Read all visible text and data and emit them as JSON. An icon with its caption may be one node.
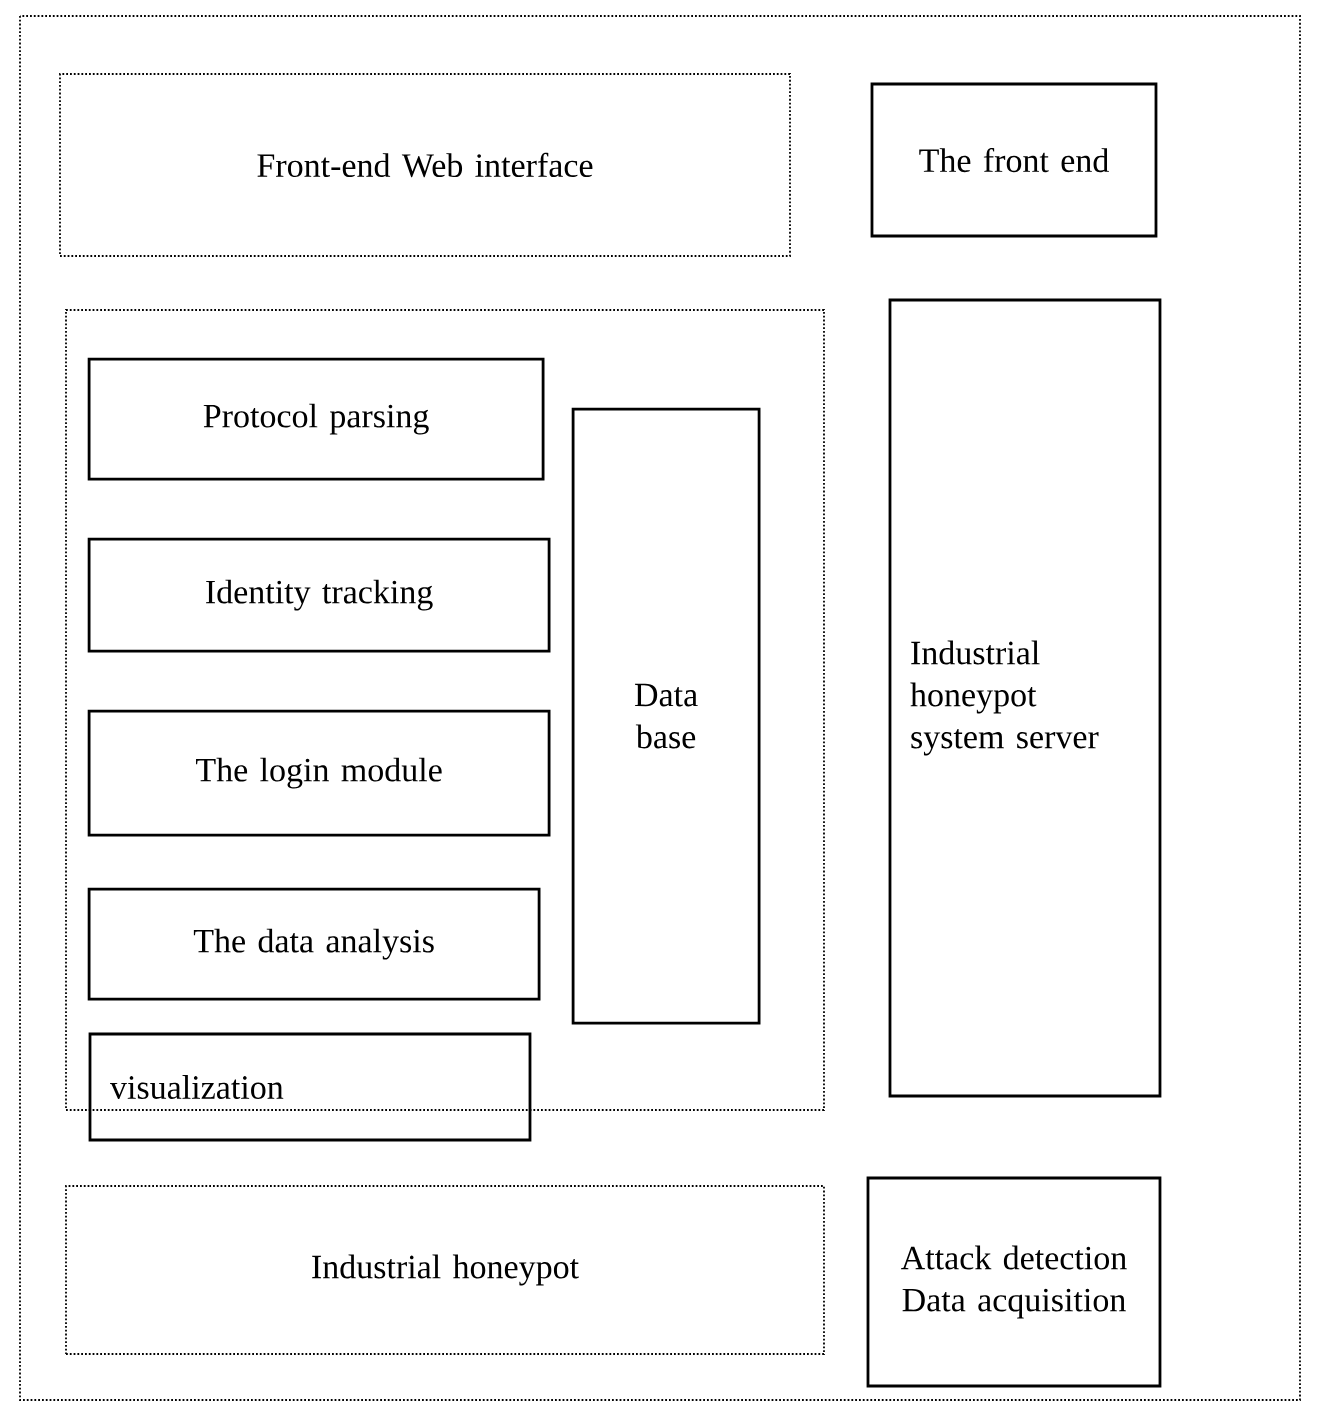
{
  "diagram": {
    "nodes": [
      {
        "text": [
          "Front-end Web interface"
        ]
      },
      {
        "text": [
          "The front end"
        ]
      },
      {
        "text": [],
        "shape": "box"
      },
      {
        "text": [
          "Protocol parsing"
        ],
        "in": 2
      },
      {
        "text": [
          "Identity tracking"
        ],
        "in": 2
      },
      {
        "text": [
          "The login module"
        ],
        "in": 2
      },
      {
        "text": [
          "The data analysis"
        ],
        "in": 2
      },
      {
        "text": [
          "visualization"
        ]
      },
      {
        "text": [
          "Data base"
        ],
        "in": 2
      },
      {
        "text": [
          "Industrial honeypot system server"
        ]
      },
      {
        "text": [
          "Industrial honeypot"
        ]
      },
      {
        "text": [
          "Attack detection",
          "Data acquisition"
        ]
      }
    ]
  }
}
